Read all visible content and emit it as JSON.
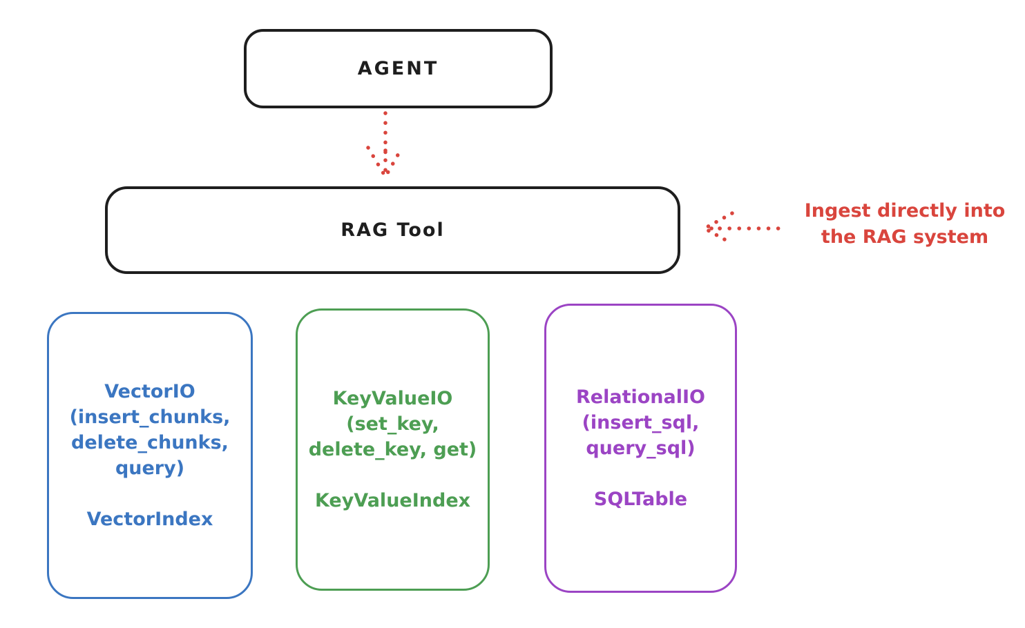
{
  "diagram": {
    "agent_node": {
      "label": "AGENT"
    },
    "rag_tool_node": {
      "label": "RAG Tool"
    },
    "annotation": {
      "lines": [
        "Ingest directly into",
        "the RAG system"
      ],
      "color": "#d9453d"
    },
    "arrow_color": "#d9453d",
    "arrows": [
      {
        "name": "agent-to-rag-tool",
        "style": "dotted",
        "direction": "down"
      },
      {
        "name": "annotation-to-rag-tool",
        "style": "dotted",
        "direction": "left"
      }
    ],
    "io_nodes": [
      {
        "title_lines": [
          "VectorIO",
          "(insert_chunks,",
          "delete_chunks,",
          "query)"
        ],
        "index_label": "VectorIndex",
        "color": "#3b76c1"
      },
      {
        "title_lines": [
          "KeyValueIO",
          "(set_key,",
          "delete_key, get)"
        ],
        "index_label": "KeyValueIndex",
        "color": "#4d9e53"
      },
      {
        "title_lines": [
          "RelationalIO",
          "(insert_sql,",
          "query_sql)"
        ],
        "index_label": "SQLTable",
        "color": "#9b44c4"
      }
    ],
    "stroke_color": "#1e1e1e",
    "background": "#ffffff"
  }
}
